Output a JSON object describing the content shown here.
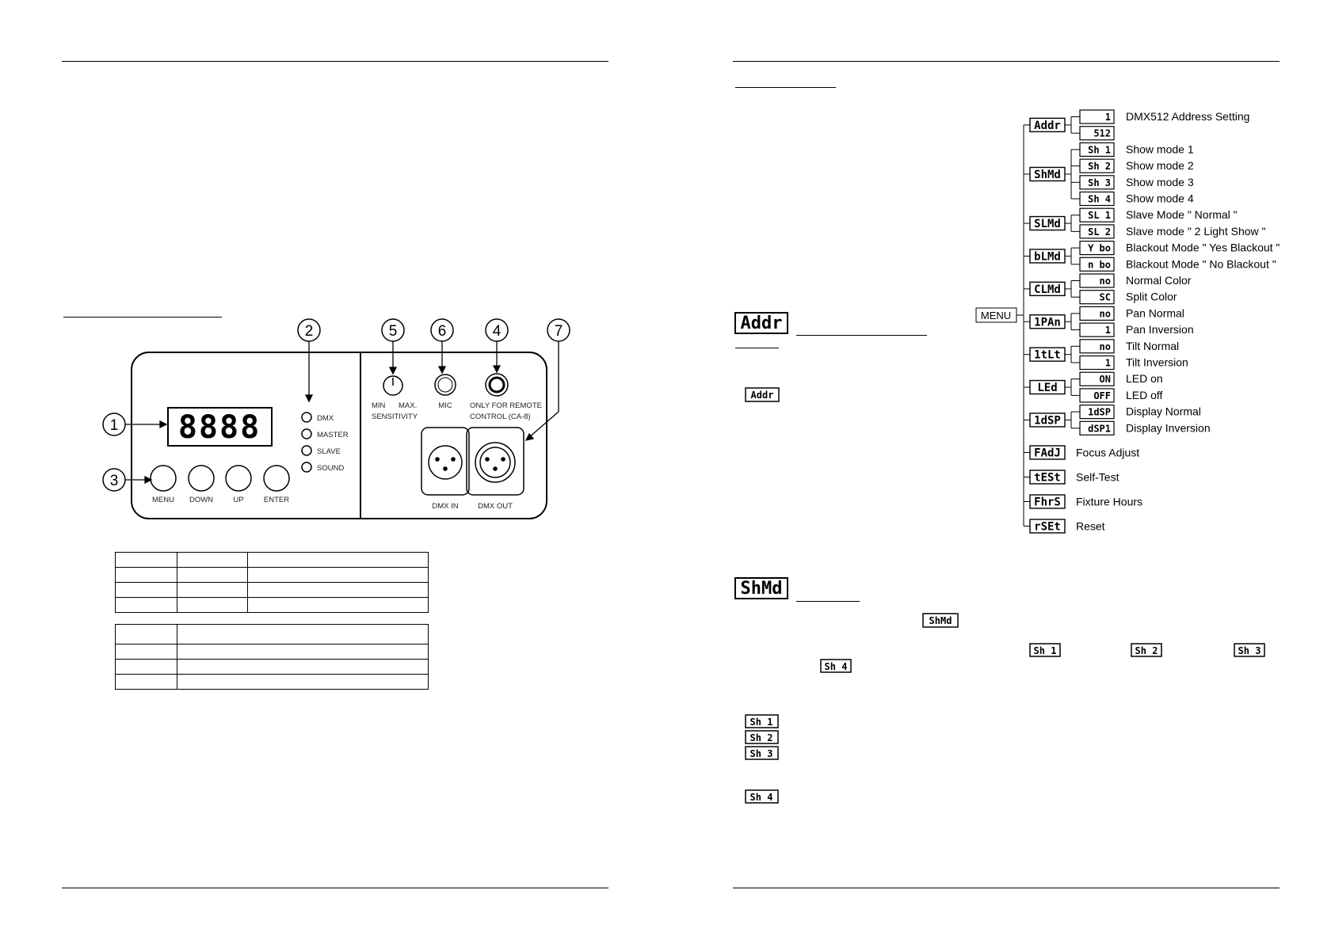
{
  "left_page": {
    "panel": {
      "callouts": [
        "1",
        "2",
        "3",
        "4",
        "5",
        "6",
        "7"
      ],
      "display_digits": "8888",
      "leds": [
        "DMX",
        "MASTER",
        "SLAVE",
        "SOUND"
      ],
      "buttons": [
        "MENU",
        "DOWN",
        "UP",
        "ENTER"
      ],
      "knob_labels": {
        "min": "MIN",
        "max": "MAX.",
        "sensitivity": "SENSITIVITY"
      },
      "mic_label": "MIC",
      "remote_label_1": "ONLY FOR REMOTE",
      "remote_label_2": "CONTROL (CA-8)",
      "dmx_in": "DMX IN",
      "dmx_out": "DMX OUT"
    }
  },
  "right_page": {
    "menu_root": "MENU",
    "menu": [
      {
        "code": "Addr",
        "subs": [
          {
            "code": "1",
            "label": "DMX512 Address Setting"
          },
          {
            "code": "512",
            "label": ""
          }
        ]
      },
      {
        "code": "ShMd",
        "subs": [
          {
            "code": "Sh 1",
            "label": "Show mode 1"
          },
          {
            "code": "Sh 2",
            "label": "Show mode 2"
          },
          {
            "code": "Sh 3",
            "label": "Show mode 3"
          },
          {
            "code": "Sh 4",
            "label": "Show mode 4"
          }
        ]
      },
      {
        "code": "SLMd",
        "subs": [
          {
            "code": "SL 1",
            "label": "Slave Mode \" Normal \""
          },
          {
            "code": "SL 2",
            "label": "Slave mode \" 2 Light Show \""
          }
        ]
      },
      {
        "code": "bLMd",
        "subs": [
          {
            "code": "Y bo",
            "label": "Blackout Mode \" Yes Blackout \""
          },
          {
            "code": "n bo",
            "label": "Blackout Mode \" No Blackout \""
          }
        ]
      },
      {
        "code": "CLMd",
        "subs": [
          {
            "code": "no",
            "label": "Normal Color"
          },
          {
            "code": "SC",
            "label": "Split Color"
          }
        ]
      },
      {
        "code": "1PAn",
        "subs": [
          {
            "code": "no",
            "label": "Pan Normal"
          },
          {
            "code": "1",
            "label": "Pan Inversion"
          }
        ]
      },
      {
        "code": "1tLt",
        "subs": [
          {
            "code": "no",
            "label": "Tilt Normal"
          },
          {
            "code": "1",
            "label": "Tilt Inversion"
          }
        ]
      },
      {
        "code": "LEd",
        "subs": [
          {
            "code": "ON",
            "label": "LED on"
          },
          {
            "code": "OFF",
            "label": "LED off"
          }
        ]
      },
      {
        "code": "1dSP",
        "subs": [
          {
            "code": "1dSP",
            "label": "Display Normal"
          },
          {
            "code": "dSP1",
            "label": "Display Inversion"
          }
        ]
      },
      {
        "code": "FAdJ",
        "subs": [],
        "label": "Focus Adjust"
      },
      {
        "code": "tESt",
        "subs": [],
        "label": "Self-Test"
      },
      {
        "code": "FhrS",
        "subs": [],
        "label": "Fixture Hours"
      },
      {
        "code": "rSEt",
        "subs": [],
        "label": "Reset"
      }
    ],
    "section_icons": {
      "addr": "Addr",
      "addr_small": "Addr",
      "shmd": "ShMd",
      "shmd_small": "ShMd"
    },
    "show_icons": [
      "Sh 1",
      "Sh 2",
      "Sh 3",
      "Sh 4"
    ]
  }
}
